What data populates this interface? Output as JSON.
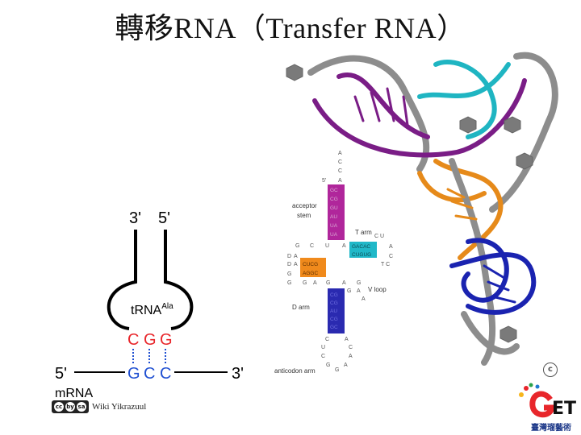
{
  "title": {
    "cjk": "轉移",
    "latin": "RNA（Transfer RNA）"
  },
  "left_diagram": {
    "end_top_left": "3'",
    "end_top_right": "5'",
    "trna_label": "tRNA",
    "trna_super": "Ala",
    "anticodon": [
      "C",
      "G",
      "G"
    ],
    "codon": [
      "G",
      "C",
      "C"
    ],
    "mrna_5": "5'",
    "mrna_3": "3'",
    "mrna_label": "mRNA",
    "anticodon_color": "#e8262b",
    "codon_color": "#1f4fd1"
  },
  "center_diagram": {
    "acceptor_seq": [
      "A",
      "C",
      "C",
      "A"
    ],
    "five_prime": "5'",
    "acceptor_label": "acceptor stem",
    "t_arm_label": "T arm",
    "d_arm_label": "D arm",
    "v_loop_label": "V loop",
    "anticodon_arm_label": "anticodon arm",
    "t_stem_top": "GACAC",
    "t_stem_bottom": "CUGUG",
    "d_stem_top": "CUCG",
    "d_stem_bottom": "AGGC",
    "colors": {
      "acceptor": "#b0269b",
      "t_arm": "#20b8c8",
      "d_arm": "#f08a1c",
      "anticodon": "#2a2ab0"
    }
  },
  "credit": {
    "text": "Wiki Yikrazuul",
    "license_icons": [
      "cc",
      "by",
      "sa"
    ]
  },
  "logo": {
    "subtext": "臺灣瑠藝術"
  }
}
